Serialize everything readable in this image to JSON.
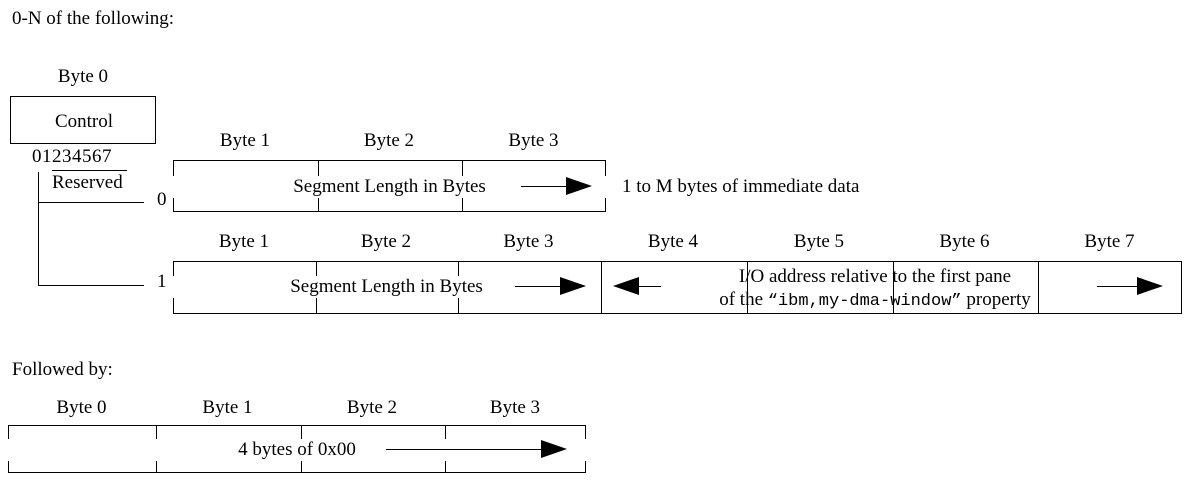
{
  "headings": {
    "intro": "0-N of the following:",
    "followed_by": "Followed by:"
  },
  "control_block": {
    "byte_label": "Byte 0",
    "box_label": "Control",
    "bit_digits": "01234567",
    "reserved_label": "Reserved",
    "row_index_0": "0",
    "row_index_1": "1"
  },
  "row_immediate": {
    "byte_labels": [
      "Byte 1",
      "Byte 2",
      "Byte 3"
    ],
    "arrow_label": "Segment Length in Bytes",
    "side_note": "1 to M bytes of immediate data"
  },
  "row_address": {
    "byte_labels": [
      "Byte 1",
      "Byte 2",
      "Byte 3",
      "Byte 4",
      "Byte 5",
      "Byte 6",
      "Byte 7"
    ],
    "arrow_label": "Segment Length in Bytes",
    "address_line1": "I/O address relative to the first pane",
    "address_line2_pre": "of the ",
    "address_property": "“ibm,my-dma-window”",
    "address_line2_post": " property"
  },
  "row_trailer": {
    "byte_labels": [
      "Byte 0",
      "Byte 1",
      "Byte 2",
      "Byte 3"
    ],
    "arrow_label": "4 bytes of 0x00"
  },
  "colors": {
    "ink": "#000000",
    "paper": "#ffffff"
  }
}
